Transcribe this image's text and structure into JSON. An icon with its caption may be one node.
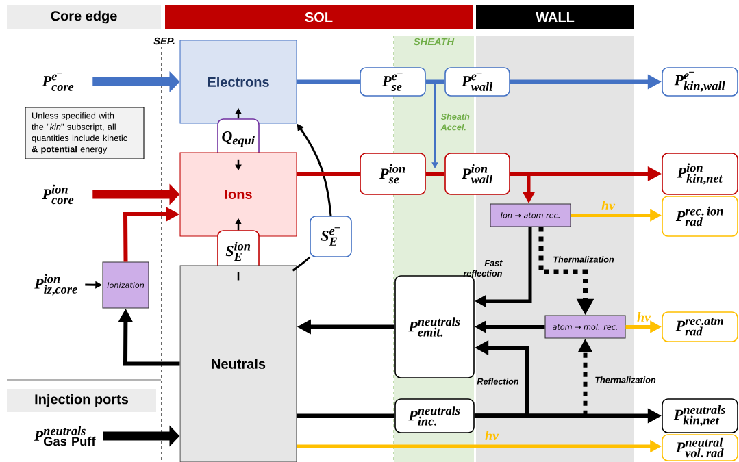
{
  "diagram": {
    "nodes": [
      {
        "text": [
          "Core edge"
        ]
      },
      {
        "text": [
          "SOL"
        ]
      },
      {
        "text": [
          "WALL"
        ]
      },
      {
        "text": [
          "Injection ports"
        ]
      },
      {
        "text": [
          "SHEATH"
        ]
      },
      {
        "text": [
          "Unless specified with the \"*kin*\" subscript, all quantities include kinetic **& potential** energy"
        ]
      },
      {
        "text": [
          "P_{core}^{e^{-}}"
        ]
      },
      {
        "text": [
          "Electrons"
        ]
      },
      {
        "text": [
          "Q_{equi}"
        ]
      },
      {
        "text": [
          "P_{core}^{ion}"
        ]
      },
      {
        "text": [
          "Ions"
        ]
      },
      {
        "text": [
          "S_{E}^{ion}"
        ]
      },
      {
        "text": [
          "S_{E}^{e^{-}}"
        ]
      },
      {
        "text": [
          "Ionization"
        ]
      },
      {
        "text": [
          "P_{iz,core}^{ion}"
        ]
      },
      {
        "text": [
          "Neutrals"
        ]
      },
      {
        "text": [
          "P_{\\mathrm{Gas\\ Puff}}^{neutrals}"
        ]
      },
      {
        "text": [
          "P_{se}^{e^{-}}"
        ]
      },
      {
        "text": [
          "P_{wall}^{e^{-}}"
        ]
      },
      {
        "text": [
          "P_{kin,wall}^{e^{-}}"
        ]
      },
      {
        "text": [
          "P_{se}^{ion}"
        ]
      },
      {
        "text": [
          "P_{wall}^{ion}"
        ]
      },
      {
        "text": [
          "P_{kin,net}^{ion}"
        ]
      },
      {
        "text": [
          "Ion → atom rec."
        ]
      },
      {
        "text": [
          "P_{rad}^{rec.\\,ion}"
        ]
      },
      {
        "text": [
          "P_{emit.}^{neutrals}"
        ],
        "in": 4
      },
      {
        "text": [
          "atom → mol. rec."
        ]
      },
      {
        "text": [
          "P_{rad}^{rec.atm}"
        ]
      },
      {
        "text": [
          "P_{inc.}^{neutrals}"
        ],
        "in": 4
      },
      {
        "text": [
          "P_{kin,net}^{neutrals}"
        ]
      },
      {
        "text": [
          "P_{vol.\\,rad}^{neutral}"
        ]
      }
    ],
    "edges": [
      {
        "from": 6,
        "to": 7,
        "arrow": "to",
        "style": "thick",
        "color": "#4472c4"
      },
      {
        "from": 8,
        "to": 7,
        "arrow": "to"
      },
      {
        "from": 8,
        "to": 10,
        "arrow": "to"
      },
      {
        "from": 9,
        "to": 10,
        "arrow": "to",
        "style": "thick",
        "color": "#c00000"
      },
      {
        "from": 13,
        "to": 10,
        "arrow": "to",
        "color": "#c00000"
      },
      {
        "from": 14,
        "to": 13,
        "arrow": "to"
      },
      {
        "from": 15,
        "to": 13,
        "arrow": "to"
      },
      {
        "from": 11,
        "to": 10,
        "arrow": "to"
      },
      {
        "from": 15,
        "to": 11,
        "arrow": "none"
      },
      {
        "from": 15,
        "to": 12,
        "arrow": "none"
      },
      {
        "from": 12,
        "to": 7,
        "arrow": "to"
      },
      {
        "from": 16,
        "to": 15,
        "arrow": "to",
        "style": "thick"
      },
      {
        "from": 7,
        "to": 17,
        "arrow": "none",
        "color": "#4472c4"
      },
      {
        "from": 17,
        "to": 18,
        "arrow": "none",
        "color": "#4472c4"
      },
      {
        "from": 18,
        "to": 19,
        "arrow": "to",
        "color": "#4472c4"
      },
      {
        "from": 17,
        "to": 21,
        "arrow": "to",
        "label": "Sheath Accel.",
        "color": "#4472c4"
      },
      {
        "from": 10,
        "to": 20,
        "arrow": "none",
        "color": "#c00000"
      },
      {
        "from": 20,
        "to": 21,
        "arrow": "none",
        "color": "#c00000"
      },
      {
        "from": 21,
        "to": 22,
        "arrow": "to",
        "color": "#c00000"
      },
      {
        "from": 21,
        "to": 23,
        "arrow": "to",
        "color": "#c00000"
      },
      {
        "from": 23,
        "to": 24,
        "arrow": "to",
        "label": "hν",
        "color": "#ffc000"
      },
      {
        "from": 23,
        "to": 25,
        "arrow": "to",
        "label": "Fast reflection"
      },
      {
        "from": 23,
        "to": 26,
        "arrow": "to",
        "label": "Thermalization",
        "style": "dashed"
      },
      {
        "from": 26,
        "to": 25,
        "arrow": "to"
      },
      {
        "from": 26,
        "to": 27,
        "arrow": "to",
        "label": "hν",
        "color": "#ffc000"
      },
      {
        "from": 15,
        "to": 28,
        "arrow": "none"
      },
      {
        "from": 28,
        "to": 29,
        "arrow": "to"
      },
      {
        "from": 28,
        "to": 25,
        "arrow": "to",
        "label": "Reflection"
      },
      {
        "from": 28,
        "to": 26,
        "arrow": "to",
        "label": "Thermalization",
        "style": "dashed"
      },
      {
        "from": 25,
        "to": 15,
        "arrow": "to"
      },
      {
        "from": 15,
        "to": 30,
        "arrow": "to",
        "label": "hν",
        "color": "#ffc000"
      }
    ],
    "labels": [
      "SEP."
    ]
  }
}
